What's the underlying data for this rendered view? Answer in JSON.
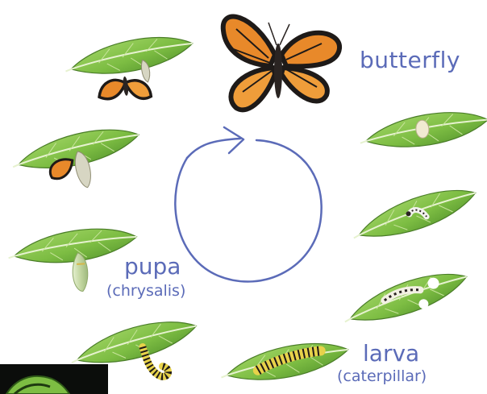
{
  "labels": {
    "butterfly": "butterfly",
    "pupa": "pupa",
    "pupa_sub": "(chrysalis)",
    "larva": "larva",
    "larva_sub": "(caterpillar)"
  },
  "colors": {
    "label_text": "#5b6bb8",
    "cycle_arrow": "#5b6bb8",
    "leaf_light": "#8cc84b",
    "leaf_dark": "#4f8f2a",
    "wing_orange": "#e8892a",
    "wing_black": "#1e1a18",
    "egg": "#f1ead2",
    "chrysalis": "#c7d9a6",
    "caterpillar_stripe_yellow": "#e7d24a"
  },
  "stages": [
    "egg",
    "larva",
    "pupa",
    "butterfly"
  ]
}
